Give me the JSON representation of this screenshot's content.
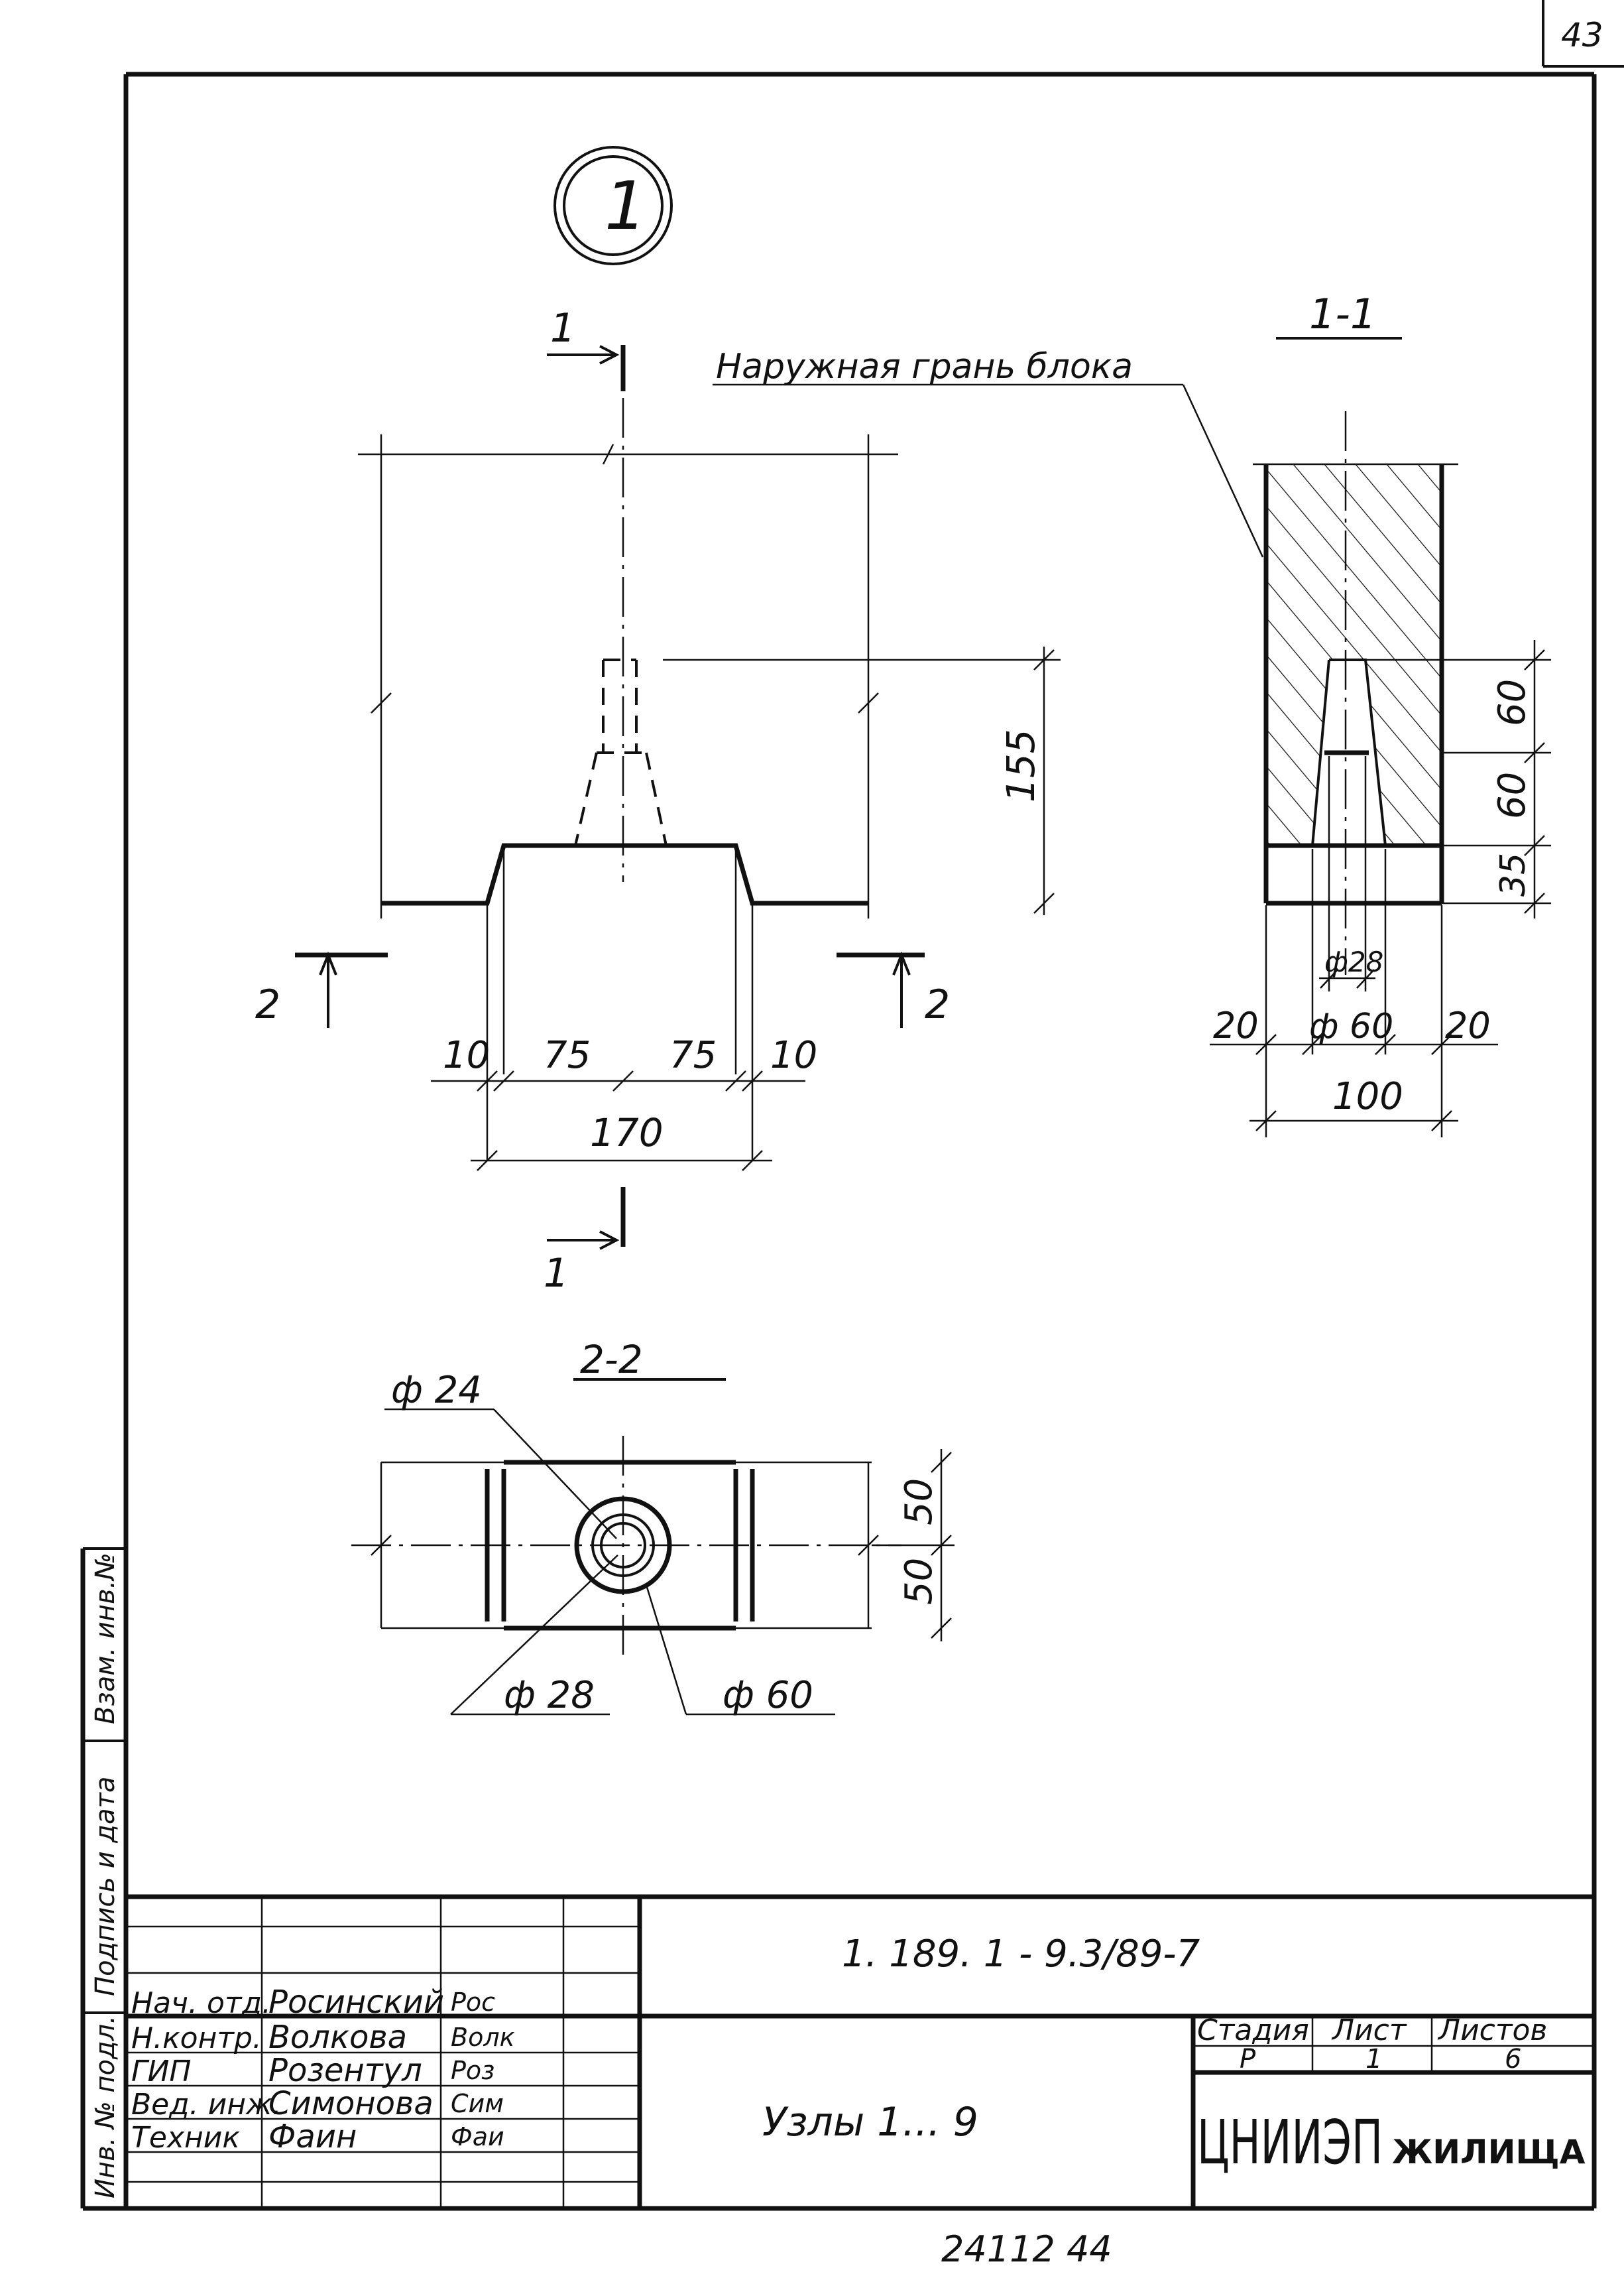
{
  "sheet_number": "43",
  "node_label": "1",
  "section_1_1": {
    "title": "1-1",
    "leader_text": "Наружная грань блока",
    "dims_vertical": [
      "60",
      "60",
      "35"
    ],
    "dia_inner": "ф28",
    "dia_outer": "ф 60",
    "dim_left": "20",
    "dim_right": "20",
    "dim_total": "100"
  },
  "front_view": {
    "cut_label_top": "1",
    "cut_label_bottom": "1",
    "section_mark_left": "2",
    "section_mark_right": "2",
    "dim_height": "155",
    "dims_horizontal": [
      "10",
      "75",
      "75",
      "10"
    ],
    "dim_total": "170"
  },
  "section_2_2": {
    "title": "2-2",
    "dia_24": "ф 24",
    "dia_28": "ф 28",
    "dia_60": "ф 60",
    "dims_vertical": [
      "50",
      "50"
    ]
  },
  "side_stamp": {
    "cells": [
      "Инв. № подл.",
      "Подпись и дата",
      "Взам. инв.№"
    ]
  },
  "title_block": {
    "document_code": "1. 189. 1 - 9.3/89-7",
    "title": "Узлы  1... 9",
    "roles": [
      {
        "role": "Нач. отд.",
        "name": "Росинский",
        "signature": "Рос"
      },
      {
        "role": "Н.контр.",
        "name": "Волкова",
        "signature": "Волк"
      },
      {
        "role": "ГИП",
        "name": "Розентул",
        "signature": "Роз"
      },
      {
        "role": "Вед. инж.",
        "name": "Симонова",
        "signature": "Сим"
      },
      {
        "role": "Техник",
        "name": "Фаин",
        "signature": "Фаи"
      }
    ],
    "stage_header": "Стадия",
    "sheet_header": "Лист",
    "sheets_header": "Листов",
    "stage_value": "Р",
    "sheet_value": "1",
    "sheets_value": "6",
    "org_name_1": "ЦНИИЭП",
    "org_name_2": "ЖИЛИЩА"
  },
  "footer_number": "24112   44"
}
